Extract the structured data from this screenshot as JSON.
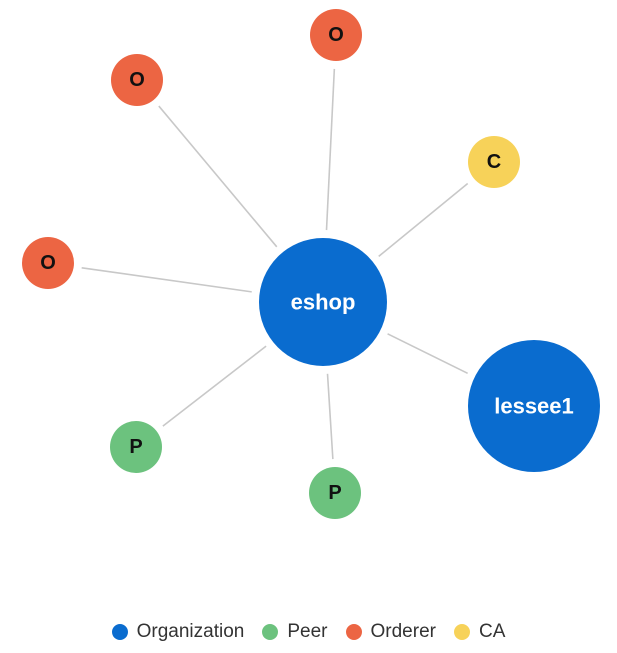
{
  "colors": {
    "organization": "#0a6ccf",
    "peer": "#6cc27e",
    "orderer": "#ec6543",
    "ca": "#f7d259",
    "edge": "#c8c8c8",
    "label_dark": "#111111",
    "label_light": "#ffffff"
  },
  "nodes": [
    {
      "id": "eshop",
      "label": "eshop",
      "type": "organization"
    },
    {
      "id": "lessee1",
      "label": "lessee1",
      "type": "organization"
    },
    {
      "id": "orderer-1",
      "label": "O",
      "type": "orderer"
    },
    {
      "id": "orderer-2",
      "label": "O",
      "type": "orderer"
    },
    {
      "id": "orderer-3",
      "label": "O",
      "type": "orderer"
    },
    {
      "id": "ca-1",
      "label": "C",
      "type": "ca"
    },
    {
      "id": "peer-1",
      "label": "P",
      "type": "peer"
    },
    {
      "id": "peer-2",
      "label": "P",
      "type": "peer"
    }
  ],
  "edges": [
    {
      "from": "eshop",
      "to": "orderer-1"
    },
    {
      "from": "eshop",
      "to": "orderer-2"
    },
    {
      "from": "eshop",
      "to": "orderer-3"
    },
    {
      "from": "eshop",
      "to": "ca-1"
    },
    {
      "from": "eshop",
      "to": "lessee1"
    },
    {
      "from": "eshop",
      "to": "peer-1"
    },
    {
      "from": "eshop",
      "to": "peer-2"
    }
  ],
  "legend": [
    {
      "label": "Organization",
      "type": "organization"
    },
    {
      "label": "Peer",
      "type": "peer"
    },
    {
      "label": "Orderer",
      "type": "orderer"
    },
    {
      "label": "CA",
      "type": "ca"
    }
  ]
}
